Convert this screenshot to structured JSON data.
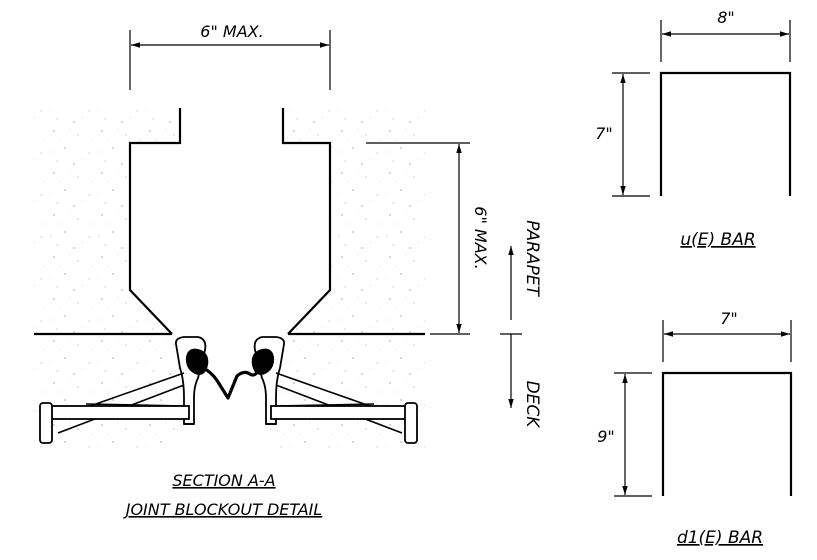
{
  "section": {
    "width_dim": "6\" MAX.",
    "depth_dim": "6\" MAX.",
    "parapet_label": "PARAPET",
    "deck_label": "DECK",
    "title_line1": "SECTION A-A",
    "title_line2": "JOINT BLOCKOUT DETAIL"
  },
  "u_bar": {
    "width": "8\"",
    "height": "7\"",
    "label": "u(E) BAR"
  },
  "d_bar": {
    "width": "7\"",
    "height": "9\"",
    "label": "d1(E) BAR"
  },
  "colors": {
    "ink": "#000000",
    "paper": "#ffffff"
  }
}
